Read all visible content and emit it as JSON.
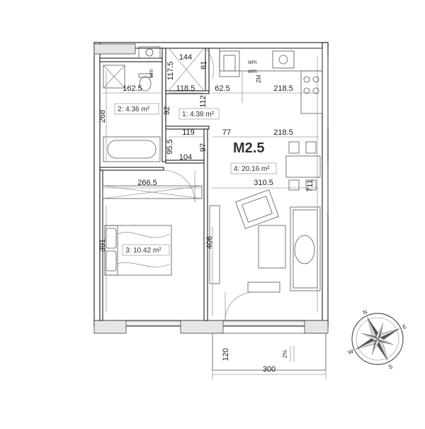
{
  "plan": {
    "unit_label": "M2.5",
    "rooms": [
      {
        "id": "1",
        "label": "1: 4.38 m²"
      },
      {
        "id": "2",
        "label": "2: 4.36 m²"
      },
      {
        "id": "3",
        "label": "3: 10.42 m²"
      },
      {
        "id": "4",
        "label": "4: 20.16 m²"
      }
    ],
    "dimensions": {
      "d144": "144",
      "d117_5": "117.5",
      "d81": "81",
      "d162_5": "162.5",
      "d118_5": "118.5",
      "d62_5": "62.5",
      "d218_5_top": "218.5",
      "d268": "268",
      "d92": "92",
      "d112": "112",
      "d119": "119",
      "d77": "77",
      "d218_5_mid": "218.5",
      "d95_5": "95.5",
      "d104": "104",
      "d97": "97",
      "d711": "711",
      "d266_5": "266.5",
      "d310_5": "310.5",
      "d391": "391",
      "d406": "406",
      "d120": "120",
      "d300": "300"
    },
    "appliance_labels": {
      "wm_bath": "wm",
      "wm_kitchen_1": "wm",
      "wm_kitchen_2": "wm",
      "zm": "ZM"
    },
    "balcony_mark": "2%"
  },
  "compass": {
    "letters": [
      "N",
      "E",
      "S",
      "W"
    ]
  }
}
